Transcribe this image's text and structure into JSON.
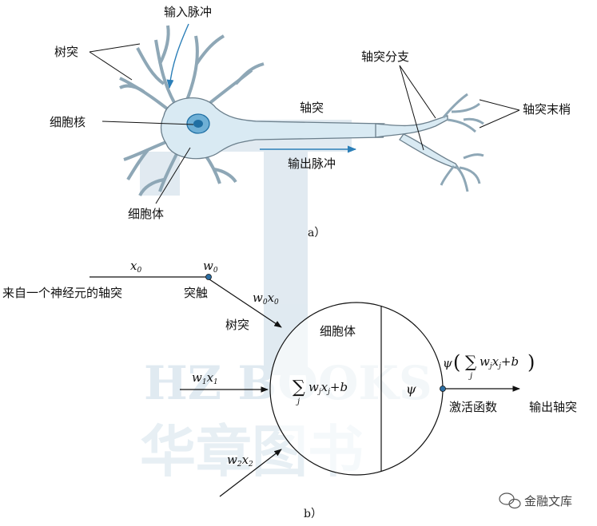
{
  "top_labels": {
    "input_pulse": "输入脉冲",
    "dendrite": "树突",
    "nucleus": "细胞核",
    "cell_body": "细胞体",
    "axon": "轴突",
    "output_pulse": "输出脉冲",
    "axon_branch": "轴突分支",
    "axon_terminal": "轴突末梢",
    "caption": "a）"
  },
  "bottom_labels": {
    "axon_from_neuron": "来自一个神经元的轴突",
    "synapse": "突触",
    "dendrite": "树突",
    "cell_body": "细胞体",
    "activation_function": "激活函数",
    "output_axon": "输出轴突",
    "caption": "b）"
  },
  "math": {
    "x0": "x",
    "x0_sub": "0",
    "w0": "w",
    "w0_sub": "0",
    "w0x0_a": "w",
    "w0x0_a_sub": "0",
    "w0x0_b": "x",
    "w0x0_b_sub": "0",
    "w1x1_a": "w",
    "w1x1_a_sub": "1",
    "w1x1_b": "x",
    "w1x1_b_sub": "1",
    "w2x2_a": "w",
    "w2x2_a_sub": "2",
    "w2x2_b": "x",
    "w2x2_b_sub": "2",
    "sum_symbol": "∑",
    "sum_index": "j",
    "sum_term_w": "w",
    "sum_term_x": "x",
    "sum_sub_j": "j",
    "sum_plus_b": "+b",
    "psi": "ψ",
    "psi_out": "ψ",
    "psi_paren_open": "(",
    "psi_paren_close": ")"
  },
  "watermark": {
    "brand_en": "HZ BOOKS",
    "brand_cn": "华章图书",
    "wechat_label": "金融文库"
  },
  "colors": {
    "neuron_fill": "#d9eaf3",
    "neuron_stroke": "#6b7f8c",
    "nucleus": "#1f6fa3",
    "arrow_blue": "#2c7fb8",
    "watermark": "#c8d9e6"
  }
}
